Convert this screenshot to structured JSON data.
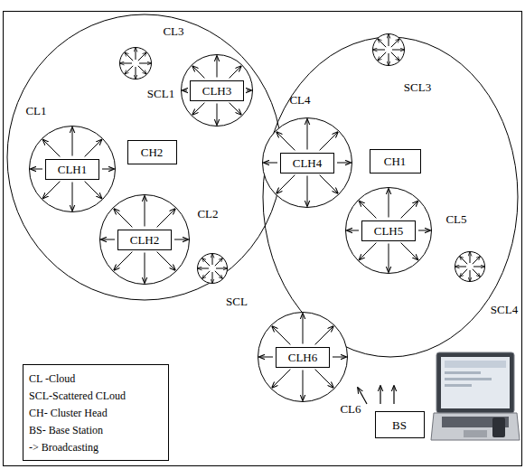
{
  "diagram": {
    "nodes": [
      {
        "text": [
          "CL3"
        ]
      },
      {
        "text": [
          "CLH3"
        ],
        "in": 0
      },
      {
        "text": [
          "SCL1"
        ]
      },
      {
        "text": [
          "SCL3"
        ]
      },
      {
        "text": [
          "CL1"
        ]
      },
      {
        "text": [
          "CLH1"
        ],
        "in": 4
      },
      {
        "text": [
          "CH2"
        ]
      },
      {
        "text": [
          "CL4"
        ]
      },
      {
        "text": [
          "CLH4"
        ],
        "in": 7
      },
      {
        "text": [
          "CH1"
        ]
      },
      {
        "text": [
          "CL2"
        ]
      },
      {
        "text": [
          "CLH2"
        ],
        "in": 10
      },
      {
        "text": [
          "CL5"
        ]
      },
      {
        "text": [
          "CLH5"
        ],
        "in": 12
      },
      {
        "text": [
          "SCL"
        ]
      },
      {
        "text": [
          "SCL4"
        ]
      },
      {
        "text": [
          "CL6"
        ]
      },
      {
        "text": [
          "CLH6"
        ],
        "in": 16
      },
      {
        "text": [
          "BS"
        ]
      }
    ],
    "labels": [
      "CL -Cloud",
      "SCL-Scattered CLoud",
      "CH- Cluster Head",
      "BS- Base Station",
      "-> Broadcasting"
    ]
  }
}
